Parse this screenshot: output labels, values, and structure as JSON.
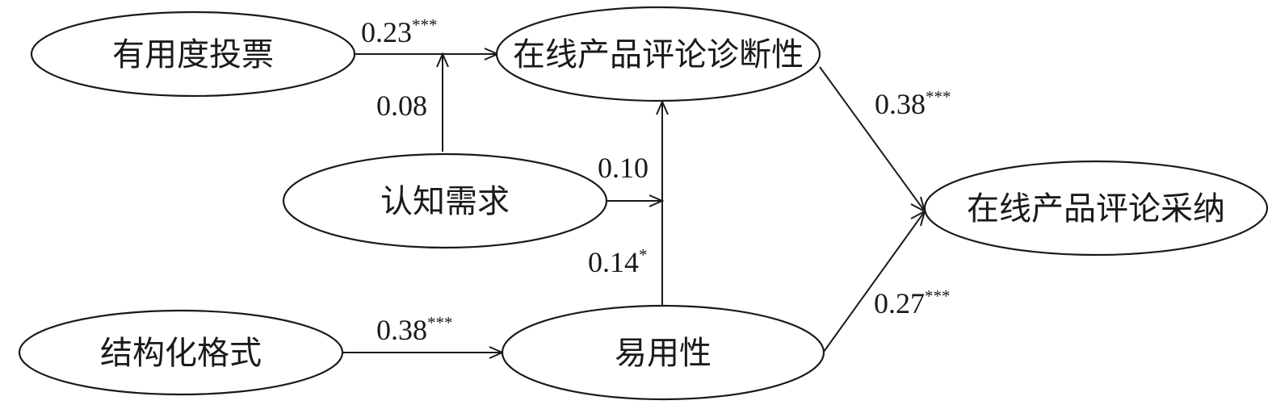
{
  "nodes": {
    "usefulness_votes": "有用度投票",
    "diagnosticity": "在线产品评论诊断性",
    "need_for_cognition": "认知需求",
    "adoption": "在线产品评论采纳",
    "structured_format": "结构化格式",
    "ease_of_use": "易用性"
  },
  "paths": {
    "votes_to_diagnosticity": {
      "value": "0.23",
      "sig": "***"
    },
    "cognition_moderates_votes": {
      "value": "0.08",
      "sig": ""
    },
    "cognition_moderates_ease": {
      "value": "0.10",
      "sig": ""
    },
    "ease_to_diagnosticity": {
      "value": "0.14",
      "sig": "*"
    },
    "diagnosticity_to_adoption": {
      "value": "0.38",
      "sig": "***"
    },
    "format_to_ease": {
      "value": "0.38",
      "sig": "***"
    },
    "ease_to_adoption": {
      "value": "0.27",
      "sig": "***"
    }
  }
}
